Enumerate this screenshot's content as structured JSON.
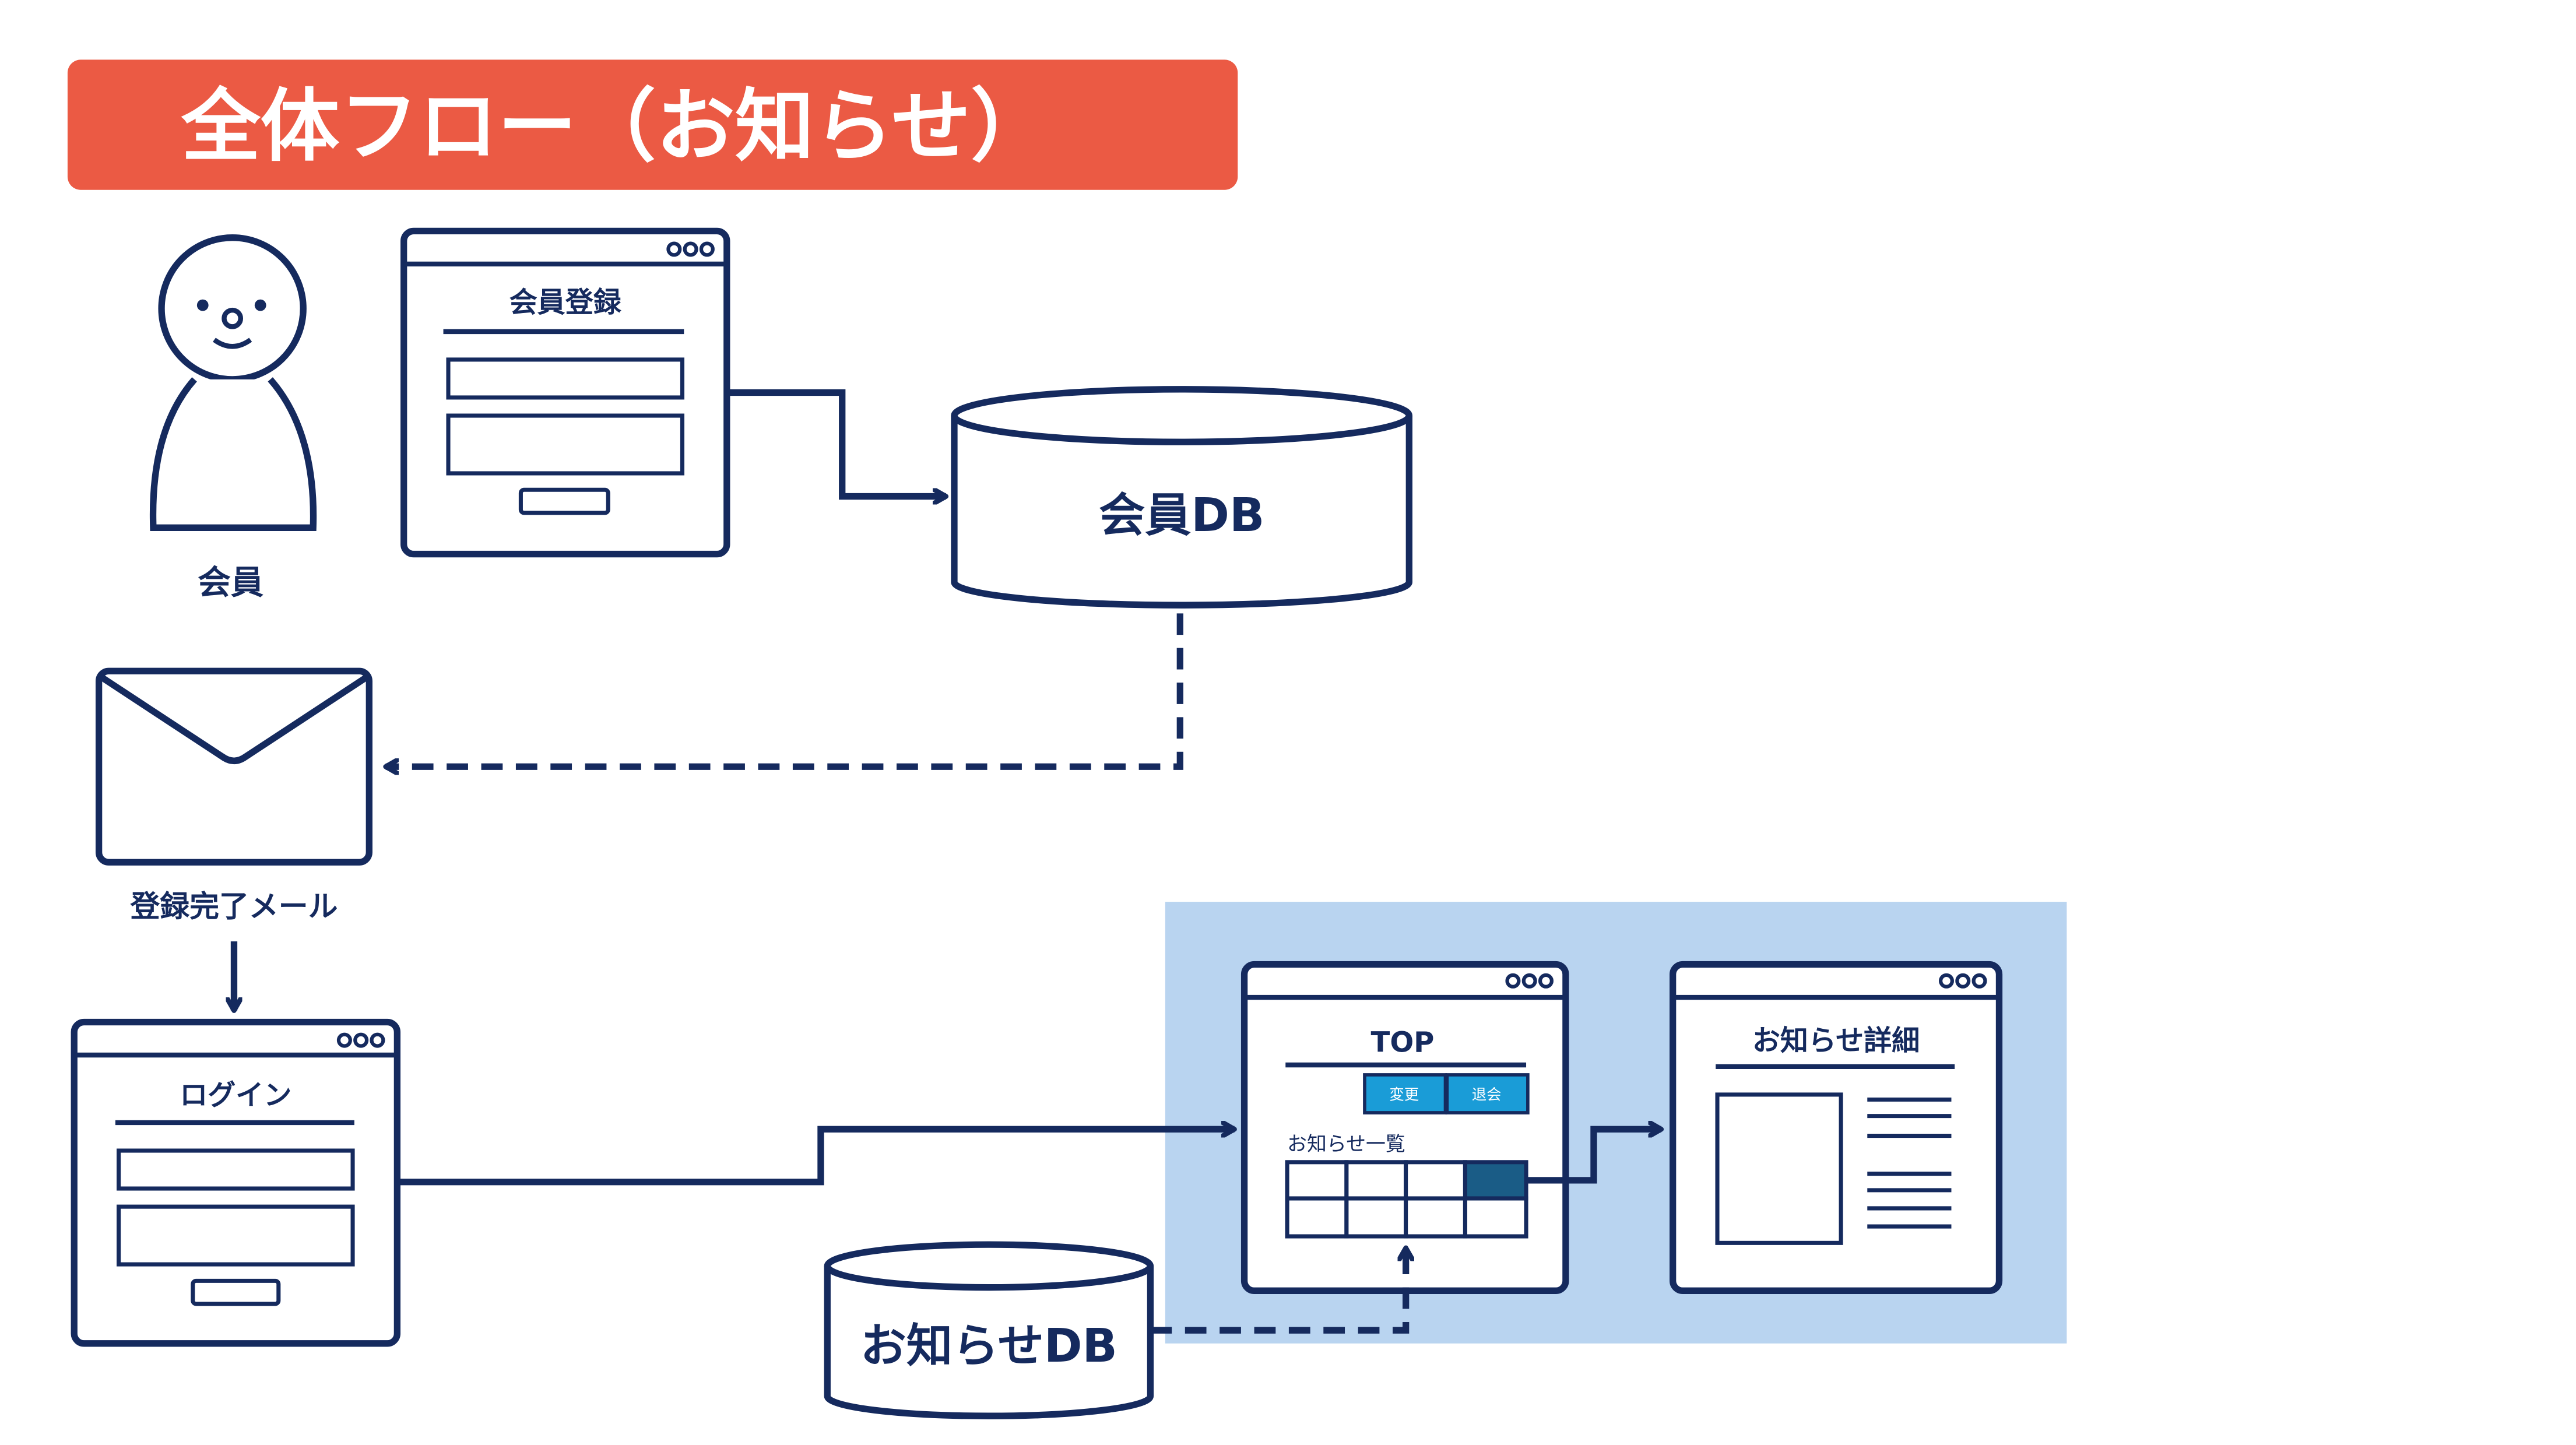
{
  "title": "全体フロー（お知らせ）",
  "colors": {
    "title_bg": "#EB5A44",
    "title_text": "#FFFFFF",
    "stroke": "#152A5E",
    "accent_button": "#1A9CD7",
    "selected_cell": "#1A5C86",
    "highlight_bg": "#B9D4F0"
  },
  "labels": {
    "member": "会員",
    "mail": "登録完了メール"
  },
  "windows": {
    "register": {
      "title": "会員登録"
    },
    "login": {
      "title": "ログイン"
    },
    "top": {
      "title": "TOP",
      "button_change": "変更",
      "button_withdraw": "退会",
      "list_label": "お知らせ一覧"
    },
    "detail": {
      "title": "お知らせ詳細"
    }
  },
  "databases": {
    "member_db": "会員DB",
    "news_db": "お知らせDB"
  }
}
